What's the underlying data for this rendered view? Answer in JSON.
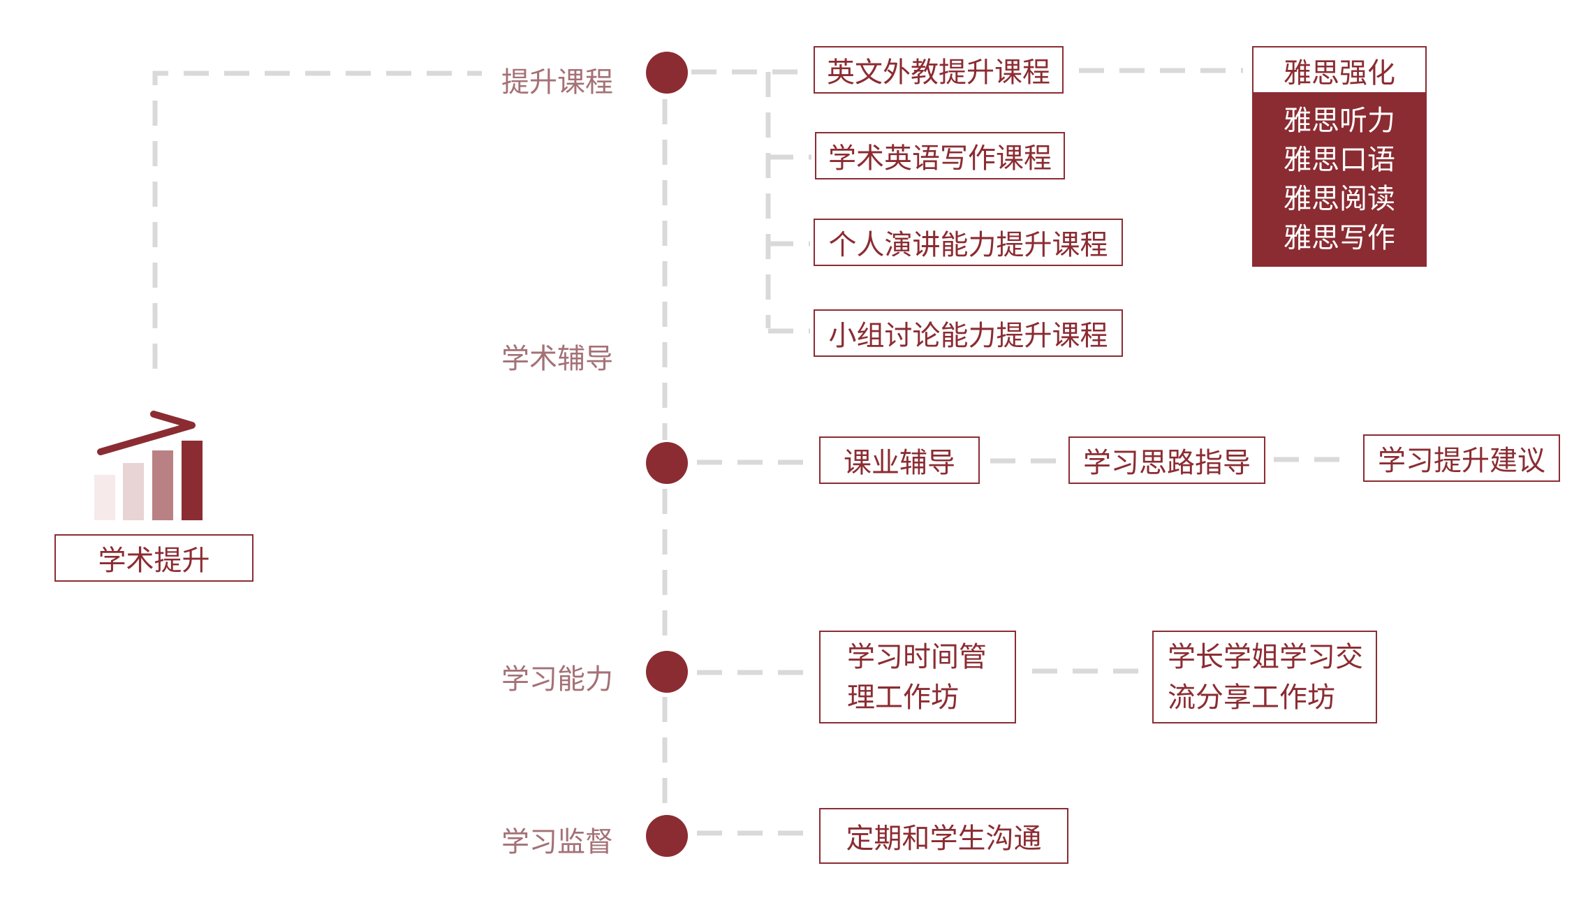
{
  "root": {
    "label": "学术提升"
  },
  "categories": {
    "promote_courses": "提升课程",
    "academic_tutoring": "学术辅导",
    "learning_ability": "学习能力",
    "learning_supervision": "学习监督"
  },
  "courses": [
    "英文外教提升课程",
    "学术英语写作课程",
    "个人演讲能力提升课程",
    "小组讨论能力提升课程"
  ],
  "ielts": {
    "title": "雅思强化",
    "items": [
      "雅思听力",
      "雅思口语",
      "雅思阅读",
      "雅思写作"
    ]
  },
  "tutoring": [
    "课业辅导",
    "学习思路指导",
    "学习提升建议"
  ],
  "ability": {
    "time_mgmt": [
      "学习时间管",
      "理工作坊"
    ],
    "seniors": [
      "学长学姐学习交",
      "流分享工作坊"
    ]
  },
  "supervision": {
    "communicate": "定期和学生沟通"
  },
  "colors": {
    "accent": "#8b2c32",
    "category_text": "#a47176",
    "connector": "#d9d9d9",
    "bar_shades": [
      "#f6eaea",
      "#e8d4d4",
      "#b98184",
      "#8b2c32"
    ]
  },
  "icon": "rising-bar-chart-icon"
}
